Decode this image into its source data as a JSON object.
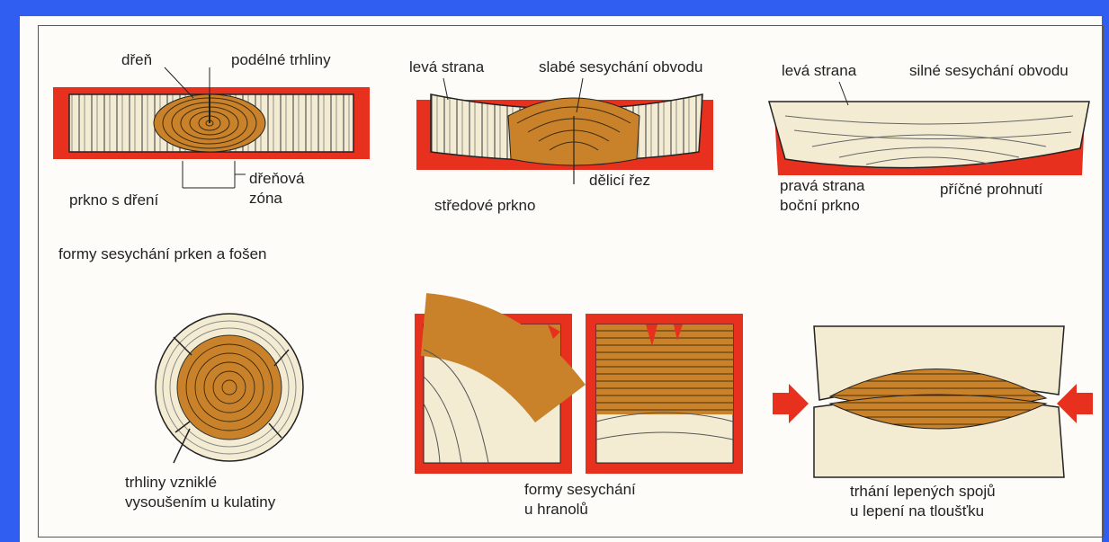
{
  "labels": {
    "dren": "dřeň",
    "podelne_trhliny": "podélné trhliny",
    "prkno_s_dreni": "prkno s dření",
    "drenova": "dřeňová",
    "zona": "zóna",
    "leva_strana_1": "levá strana",
    "slabe_sesychani": "slabé sesychání obvodu",
    "delici_rez": "dělicí řez",
    "stredove_prkno": "středové prkno",
    "leva_strana_2": "levá strana",
    "silne_sesychani": "silné sesychání obvodu",
    "prava_strana": "pravá strana",
    "bocni_prkno": "boční prkno",
    "pricne_prohnuti": "příčné prohnutí",
    "formy_prken": "formy sesychání prken a fošen",
    "trhliny_1": "trhliny vzniklé",
    "trhliny_2": "vysoušením u kulatiny",
    "formy_hranolu_1": "formy sesychání",
    "formy_hranolu_2": "u hranolů",
    "trhani_1": "trhání lepených spojů",
    "trhani_2": "u lepení na tloušťku"
  },
  "colors": {
    "frame": "#2f5ef0",
    "shrink_red": "#e8301e",
    "heartwood": "#c9822a",
    "sapwood": "#f3ecd3",
    "paper": "#fdfcf8"
  }
}
